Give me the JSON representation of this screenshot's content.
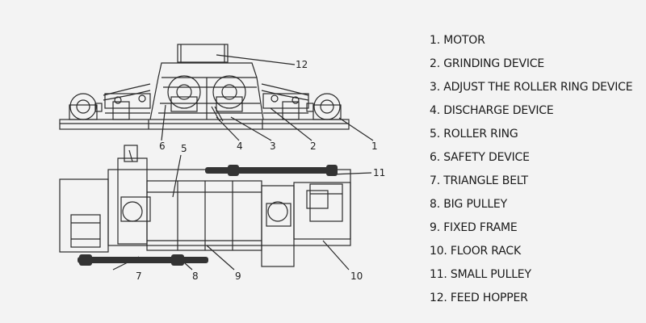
{
  "legend": [
    {
      "label": "1. MOTOR"
    },
    {
      "label": "2. GRINDING DEVICE"
    },
    {
      "label": "3. ADJUST THE ROLLER RING DEVICE"
    },
    {
      "label": "4. DISCHARGE DEVICE"
    },
    {
      "label": "5. ROLLER RING"
    },
    {
      "label": "6. SAFETY DEVICE"
    },
    {
      "label": "7. TRIANGLE BELT"
    },
    {
      "label": "8. BIG PULLEY"
    },
    {
      "label": "9. FIXED FRAME"
    },
    {
      "label": "10. FLOOR RACK"
    },
    {
      "label": "11. SMALL PULLEY"
    },
    {
      "label": "12. FEED HOPPER"
    }
  ],
  "callouts": [
    "1",
    "2",
    "3",
    "4",
    "5",
    "6",
    "7",
    "8",
    "9",
    "10",
    "11",
    "12"
  ],
  "colors": {
    "line": "#2a2a2a",
    "belt": "#333333",
    "background": "#f3f3f3"
  }
}
